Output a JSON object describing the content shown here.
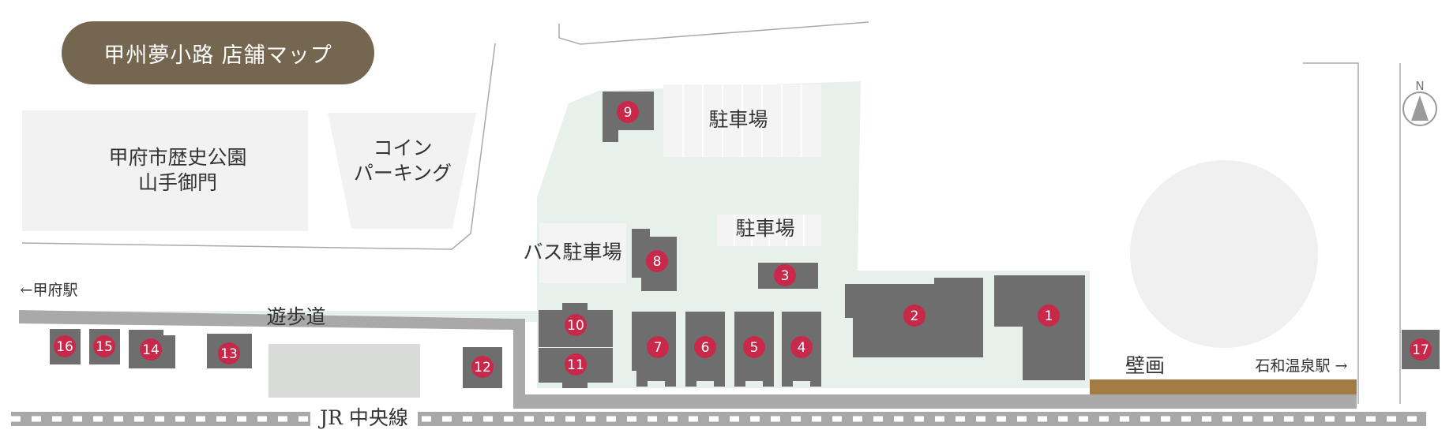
{
  "title": "甲州夢小路 店舗マップ",
  "labels": {
    "park_line1": "甲府市歴史公園",
    "park_line2": "山手御門",
    "coin_line1": "コイン",
    "coin_line2": "パーキング",
    "parking_top": "駐車場",
    "parking_mid": "駐車場",
    "bus_parking": "バス駐車場",
    "promenade": "遊歩道",
    "to_kofu": "←甲府駅",
    "to_isawa": "石和温泉駅 →",
    "mural": "壁画",
    "railway": "JR 中央線",
    "north": "N"
  },
  "shops": [
    "1",
    "2",
    "3",
    "4",
    "5",
    "6",
    "7",
    "8",
    "9",
    "10",
    "11",
    "12",
    "13",
    "14",
    "15",
    "16",
    "17"
  ],
  "colors": {
    "title_bg": "#756650",
    "building": "#6e6e6e",
    "marker": "#c8294a",
    "site": "#e8f0ec",
    "road": "#a9a9a9",
    "mural": "#a57b45"
  }
}
